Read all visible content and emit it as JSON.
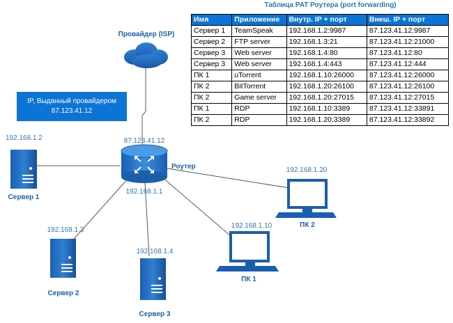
{
  "isp": {
    "label": "Провайдер (ISP)"
  },
  "ip_box": {
    "line1": "IP, Выданный провайдером",
    "line2": "87.123.41.12"
  },
  "router": {
    "label": "Роутер",
    "wan_ip": "87.123.41.12",
    "lan_ip": "192.168.1.1"
  },
  "nodes": [
    {
      "id": "server1",
      "name": "Сервер 1",
      "ip": "192.168.1.2",
      "type": "server"
    },
    {
      "id": "server2",
      "name": "Сервер 2",
      "ip": "192.168.1.3",
      "type": "server"
    },
    {
      "id": "server3",
      "name": "Сервер 3",
      "ip": "192.168.1.4",
      "type": "server"
    },
    {
      "id": "pc1",
      "name": "ПК 1",
      "ip": "192.168.1.10",
      "type": "pc"
    },
    {
      "id": "pc2",
      "name": "ПК 2",
      "ip": "192.168.1.20",
      "type": "pc"
    }
  ],
  "pat_table": {
    "title": "Таблица PAT Роутера (port forwarding)",
    "headers": [
      "Имя",
      "Приложение",
      "Внутр. IP + порт",
      "Внеш. IP + порт"
    ],
    "rows": [
      [
        "Сервер 1",
        "TeamSpeak",
        "192.168.1.2:9987",
        "87.123.41.12:9987"
      ],
      [
        "Сервер 2",
        "FTP server",
        "192.168.1.3:21",
        "87.123.41.12:21000"
      ],
      [
        "Сервер 3",
        "Web server",
        "192.168.1.4:80",
        "87.123.41.12:80"
      ],
      [
        "Сервер 3",
        "Web server",
        "192.168.1.4:443",
        "87.123.41.12:444"
      ],
      [
        "ПК 1",
        "uTorrent",
        "192.168.1.10:26000",
        "87.123.41.12:26000"
      ],
      [
        "ПК 2",
        "BitTorrent",
        "192.168.1.20:26100",
        "87.123.41.12:26100"
      ],
      [
        "ПК 2",
        "Game server",
        "192.168.1.20:27015",
        "87.123.41.12:27015"
      ],
      [
        "ПК 1",
        "RDP",
        "192.168.1.10:3389",
        "87.123.41.12:33891"
      ],
      [
        "ПК 2",
        "RDP",
        "192.168.1.20:3389",
        "87.123.41.12:33892"
      ]
    ]
  }
}
